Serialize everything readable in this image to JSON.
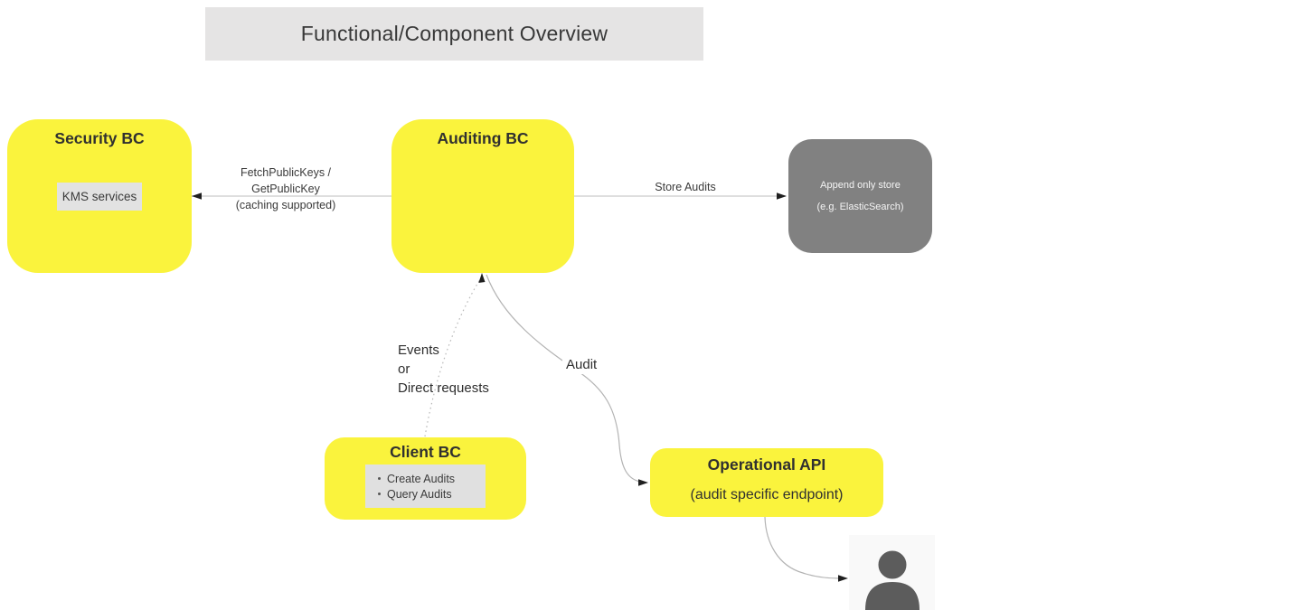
{
  "title": {
    "label": "Functional/Component Overview"
  },
  "nodes": {
    "security_bc": {
      "title": "Security BC",
      "inner_label": "KMS services"
    },
    "auditing_bc": {
      "title": "Auditing BC"
    },
    "append_store": {
      "line1": "Append only store",
      "line2": "(e.g. ElasticSearch)"
    },
    "client_bc": {
      "title": "Client BC",
      "items": [
        "Create Audits",
        "Query Audits"
      ]
    },
    "operational_api": {
      "title": "Operational API",
      "subtitle": "(audit specific endpoint)"
    },
    "user": {
      "icon": "person-icon"
    }
  },
  "edges": {
    "fetch_keys": {
      "line1": "FetchPublicKeys /",
      "line2": "GetPublicKey",
      "line3": "(caching supported)",
      "from": "Auditing BC",
      "to": "Security BC"
    },
    "store_audits": {
      "label": "Store Audits",
      "from": "Auditing BC",
      "to": "Append only store"
    },
    "events": {
      "line1": "Events",
      "line2": "or",
      "line3": "Direct requests",
      "from": "Client BC",
      "to": "Auditing BC",
      "style": "dotted"
    },
    "audit": {
      "label": "Audit",
      "from": "Auditing BC",
      "to": "Operational API"
    },
    "to_user": {
      "label": "",
      "from": "Operational API",
      "to": "user"
    }
  },
  "colors": {
    "node_yellow": "#faf33d",
    "node_gray": "#818181",
    "title_bar_bg": "#e5e4e4",
    "inner_box_gray": "#e2e2e2",
    "line_gray": "#c9c9c9",
    "curve_gray": "#b3b3b3",
    "arrowhead": "#1f1f1f",
    "text_dark": "#303030",
    "person_icon": "#5c5c5c",
    "person_bg": "#f9f9f9"
  }
}
